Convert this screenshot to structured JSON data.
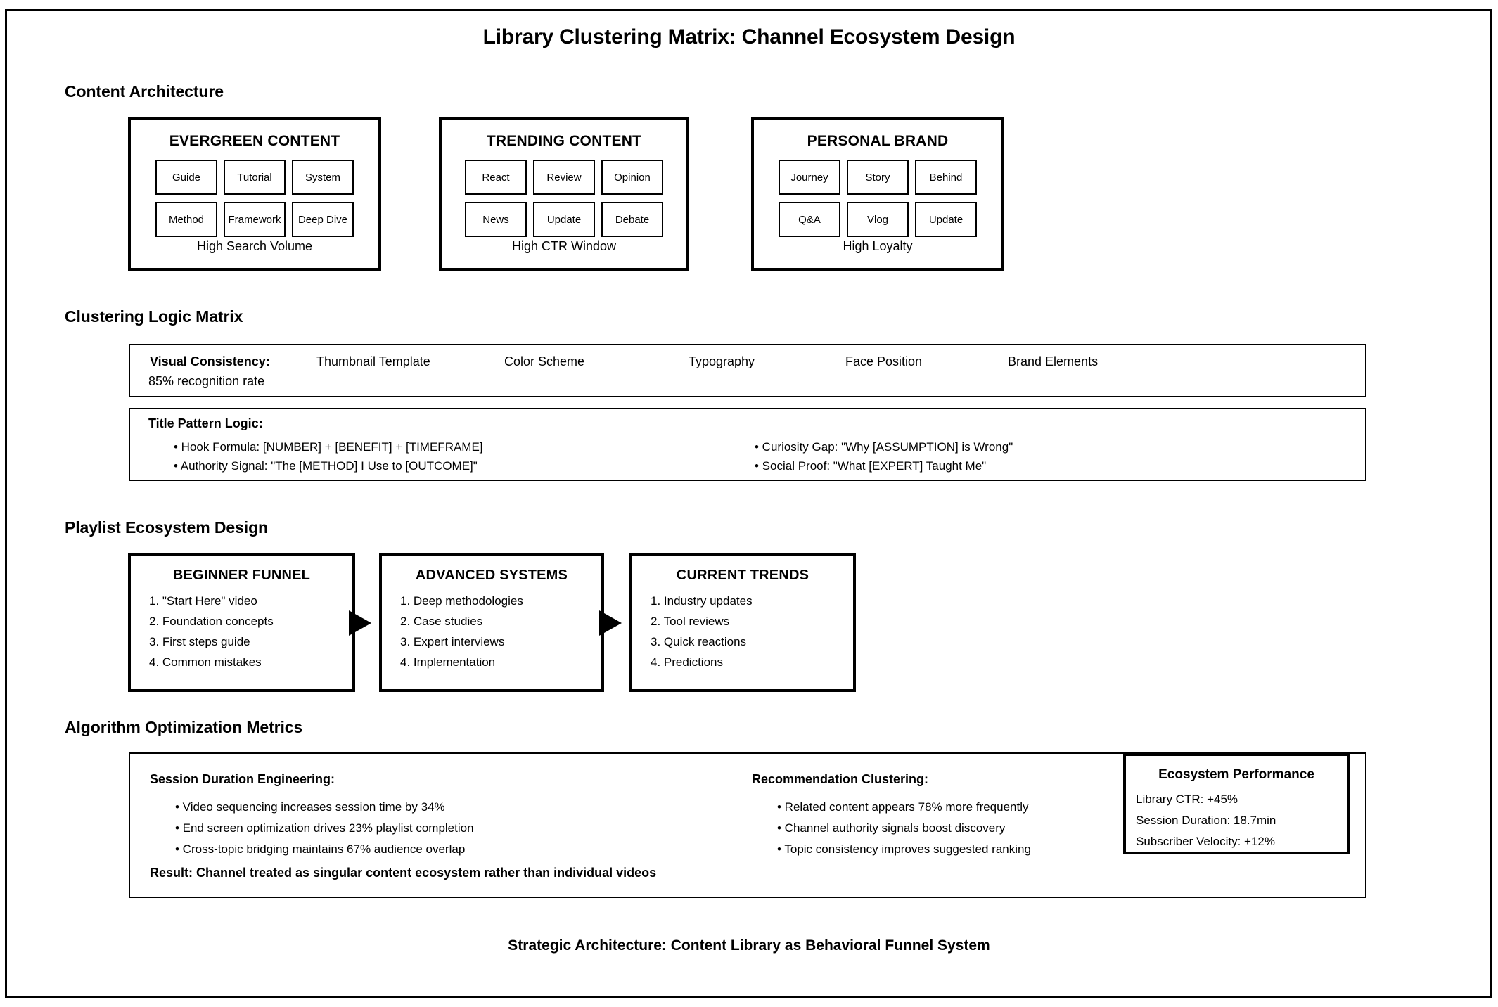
{
  "document": {
    "title": "Library Clustering Matrix: Channel Ecosystem Design",
    "footer": "Strategic Architecture: Content Library as Behavioral Funnel System"
  },
  "sections": {
    "content_architecture": {
      "heading": "Content Architecture",
      "pillars": [
        {
          "title": "EVERGREEN CONTENT",
          "chips": [
            "Guide",
            "Tutorial",
            "System",
            "Method",
            "Framework",
            "Deep Dive"
          ],
          "footer": "High Search Volume"
        },
        {
          "title": "TRENDING CONTENT",
          "chips": [
            "React",
            "Review",
            "Opinion",
            "News",
            "Update",
            "Debate"
          ],
          "footer": "High CTR Window"
        },
        {
          "title": "PERSONAL BRAND",
          "chips": [
            "Journey",
            "Story",
            "Behind",
            "Q&A",
            "Vlog",
            "Update"
          ],
          "footer": "High Loyalty"
        }
      ]
    },
    "clustering_logic": {
      "heading": "Clustering Logic Matrix",
      "visual_consistency": {
        "label": "Visual Consistency:",
        "sub": "85% recognition rate",
        "items": [
          "Thumbnail Template",
          "Color Scheme",
          "Typography",
          "Face Position",
          "Brand Elements"
        ]
      },
      "title_pattern": {
        "label": "Title Pattern Logic:",
        "left": [
          "• Hook Formula: [NUMBER] + [BENEFIT] + [TIMEFRAME]",
          "• Authority Signal: \"The [METHOD] I Use to [OUTCOME]\""
        ],
        "right": [
          "• Curiosity Gap: \"Why [ASSUMPTION] is Wrong\"",
          "• Social Proof: \"What [EXPERT] Taught Me\""
        ]
      }
    },
    "playlist_ecosystem": {
      "heading": "Playlist Ecosystem Design",
      "stages": [
        {
          "title": "BEGINNER FUNNEL",
          "items": [
            "1. \"Start Here\" video",
            "2. Foundation concepts",
            "3. First steps guide",
            "4. Common mistakes"
          ]
        },
        {
          "title": "ADVANCED SYSTEMS",
          "items": [
            "1. Deep methodologies",
            "2. Case studies",
            "3. Expert interviews",
            "4. Implementation"
          ]
        },
        {
          "title": "CURRENT TRENDS",
          "items": [
            "1. Industry updates",
            "2. Tool reviews",
            "3. Quick reactions",
            "4. Predictions"
          ]
        }
      ]
    },
    "algorithm_metrics": {
      "heading": "Algorithm Optimization Metrics",
      "columns": [
        {
          "heading": "Session Duration Engineering:",
          "bullets": [
            "• Video sequencing increases session time by 34%",
            "• End screen optimization drives 23% playlist completion",
            "• Cross-topic bridging maintains 67% audience overlap"
          ]
        },
        {
          "heading": "Recommendation Clustering:",
          "bullets": [
            "• Related content appears 78% more frequently",
            "• Channel authority signals boost discovery",
            "• Topic consistency improves suggested ranking"
          ]
        }
      ],
      "result": "Result: Channel treated as singular content ecosystem rather than individual videos",
      "performance": {
        "title": "Ecosystem Performance",
        "stats": [
          "Library CTR: +45%",
          "Session Duration: 18.7min",
          "Subscriber Velocity: +12%"
        ]
      }
    }
  },
  "colors": {
    "ink": "#000000",
    "paper": "#ffffff"
  }
}
